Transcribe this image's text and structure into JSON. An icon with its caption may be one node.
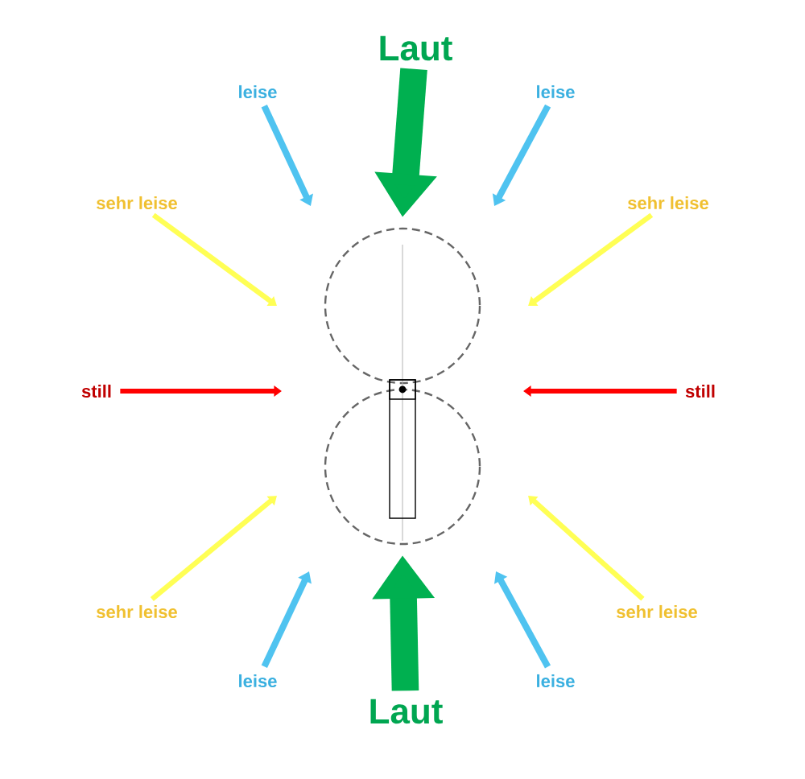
{
  "diagram": {
    "nodes": [
      {
        "text": [
          "Laut"
        ]
      },
      {
        "text": [
          "leise"
        ]
      },
      {
        "text": [
          "leise"
        ]
      },
      {
        "text": [
          "sehr leise"
        ]
      },
      {
        "text": [
          "sehr leise"
        ]
      },
      {
        "text": [
          "still"
        ]
      },
      {
        "text": [
          "still"
        ]
      },
      {
        "text": [
          "sehr leise"
        ]
      },
      {
        "text": [
          "sehr leise"
        ]
      },
      {
        "text": [
          "leise"
        ]
      },
      {
        "text": [
          "leise"
        ]
      },
      {
        "text": [
          "Laut"
        ]
      }
    ],
    "edges": [
      {
        "from": 0,
        "to": null,
        "arrow": "to",
        "style": "thick",
        "color": "#00b050"
      },
      {
        "from": 1,
        "to": null,
        "arrow": "to",
        "color": "#4fc3f0"
      },
      {
        "from": 2,
        "to": null,
        "arrow": "to",
        "color": "#4fc3f0"
      },
      {
        "from": 3,
        "to": null,
        "arrow": "to",
        "color": "#ffff55"
      },
      {
        "from": 4,
        "to": null,
        "arrow": "to",
        "color": "#ffff55"
      },
      {
        "from": 5,
        "to": null,
        "arrow": "to",
        "color": "#ff0000"
      },
      {
        "from": 6,
        "to": null,
        "arrow": "to",
        "color": "#ff0000"
      },
      {
        "from": 7,
        "to": null,
        "arrow": "to",
        "color": "#ffff55"
      },
      {
        "from": 8,
        "to": null,
        "arrow": "to",
        "color": "#ffff55"
      },
      {
        "from": 9,
        "to": null,
        "arrow": "to",
        "color": "#4fc3f0"
      },
      {
        "from": 10,
        "to": null,
        "arrow": "to",
        "color": "#4fc3f0"
      },
      {
        "from": 11,
        "to": null,
        "arrow": "to",
        "style": "thick",
        "color": "#00b050"
      }
    ]
  }
}
